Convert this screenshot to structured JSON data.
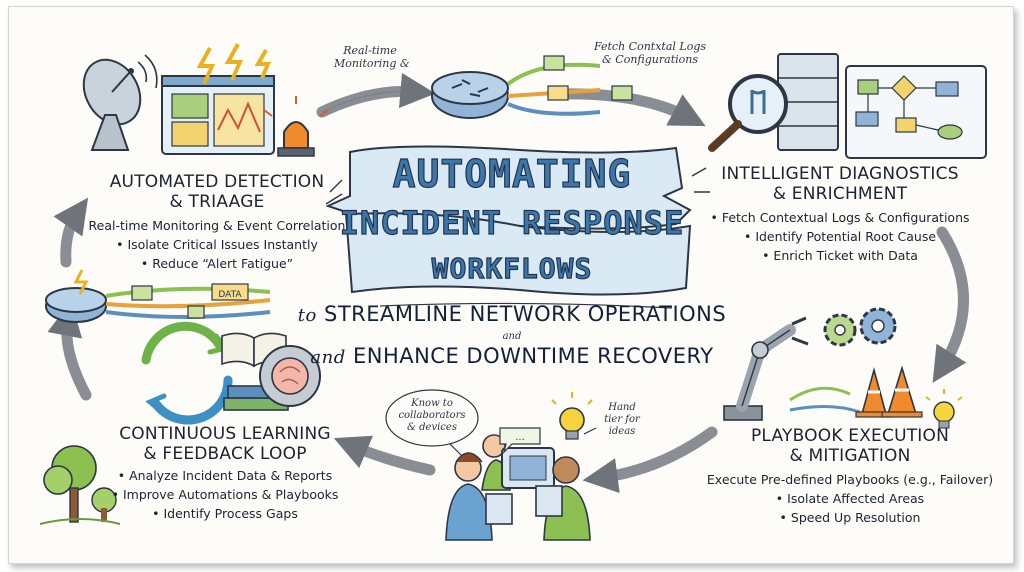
{
  "banner": {
    "line1": "AUTOMATING",
    "line2": "INCIDENT RESPONSE",
    "line3": "WORKFLOWS"
  },
  "subtitle": {
    "line1_prefix": "to",
    "line1_main": "STREAMLINE NETWORK OPERATIONS",
    "connector": "and",
    "line2_prefix": "and",
    "line2_main": "ENHANCE DOWNTIME RECOVERY"
  },
  "sections": {
    "detection": {
      "title1": "AUTOMATED DETECTION",
      "title2": "& TRIAAGE",
      "items": [
        "Real-time Monitoring & Event Correlation",
        "• Isolate Critical Issues Instantly",
        "• Reduce “Alert Fatigue”"
      ]
    },
    "diagnostics": {
      "title1": "INTELLIGENT DIAGNOSTICS",
      "title2": "& ENRICHMENT",
      "items": [
        "• Fetch Contextual Logs & Configurations",
        "• Identify Potential Root Cause",
        "• Enrich Ticket with Data"
      ]
    },
    "learning": {
      "title1": "CONTINUOUS LEARNING",
      "title2": "& FEEDBACK LOOP",
      "items": [
        "• Analyze Incident Data & Reports",
        "• Improve Automations & Playbooks",
        "• Identify Process Gaps"
      ]
    },
    "playbook": {
      "title1": "PLAYBOOK EXECUTION",
      "title2": "& MITIGATION",
      "items": [
        "Execute Pre-defined Playbooks (e.g., Failover)",
        "• Isolate Affected Areas",
        "• Speed Up Resolution"
      ]
    }
  },
  "notes": {
    "monitoring": [
      "Real-time",
      "Monitoring &"
    ],
    "fetch": [
      "Fetch Contxtal Logs",
      "& Configurations"
    ],
    "know": [
      "Know to",
      "collaborators",
      "& devices"
    ],
    "hand": [
      "Hand",
      "tier for",
      "ideas"
    ],
    "data_tag": "DATA"
  },
  "colors": {
    "banner_fill": "#d9eaf5",
    "banner_text": "#3e76a8",
    "arrow": "#7c8086",
    "accent_green": "#8cc152",
    "accent_yellow": "#f2c230",
    "accent_orange": "#e8772e"
  },
  "icons": [
    "satellite-dish-icon",
    "monitor-alert-icon",
    "siren-icon",
    "router-icon",
    "server-icon",
    "magnifier-icon",
    "flowchart-icon",
    "robot-arm-icon",
    "gear-icon",
    "traffic-cone-icon",
    "lightbulb-icon",
    "tree-icon",
    "recycle-arrows-icon",
    "brain-gear-icon",
    "books-icon",
    "people-tablet-icon"
  ]
}
